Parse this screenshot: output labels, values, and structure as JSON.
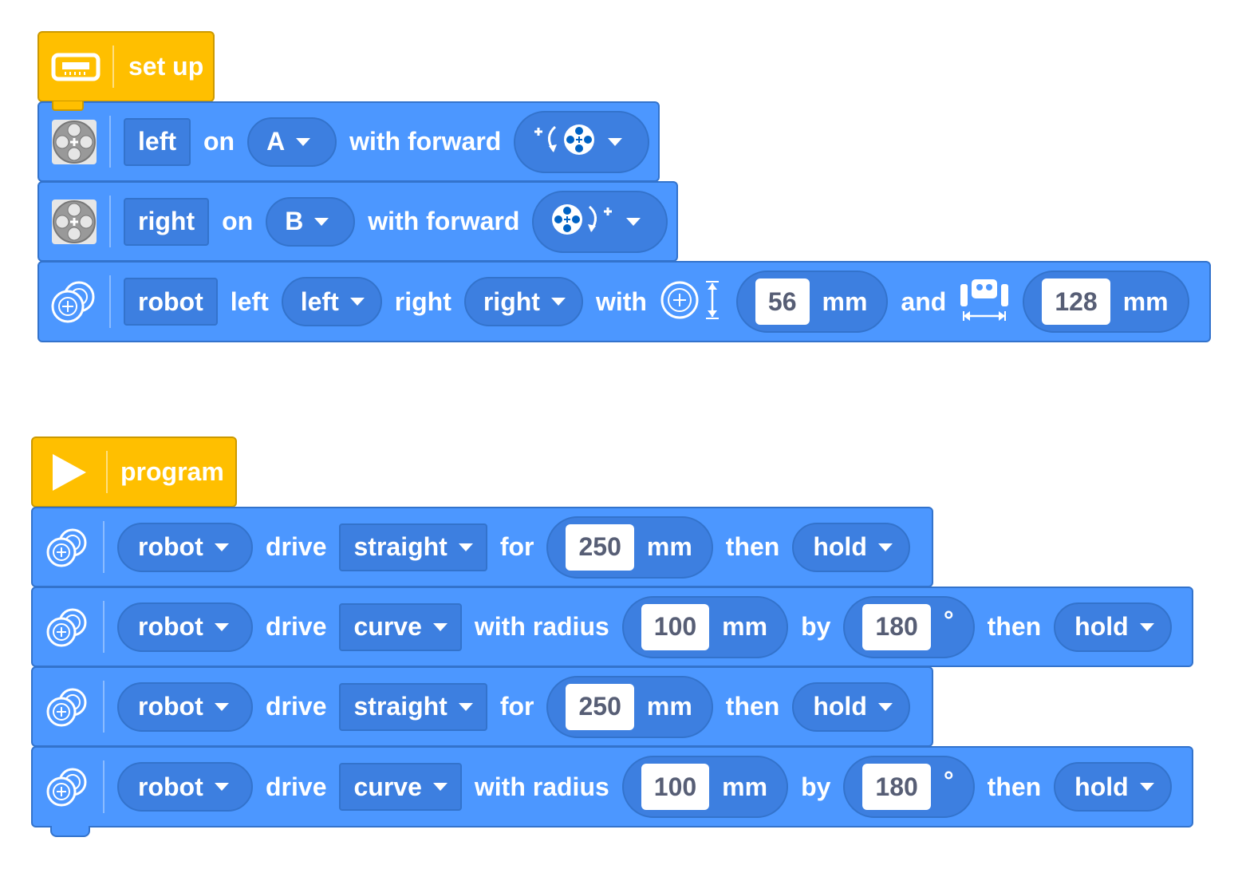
{
  "setup": {
    "hat_label": "set up",
    "motor_left": {
      "name": "left",
      "on": "on",
      "port": "A",
      "with_forward": "with forward"
    },
    "motor_right": {
      "name": "right",
      "on": "on",
      "port": "B",
      "with_forward": "with forward"
    },
    "robot": {
      "name": "robot",
      "left_label": "left",
      "left_value": "left",
      "right_label": "right",
      "right_value": "right",
      "with": "with",
      "wheel_diameter": "56",
      "unit1": "mm",
      "and": "and",
      "axle_track": "128",
      "unit2": "mm"
    }
  },
  "program": {
    "hat_label": "program",
    "blocks": [
      {
        "robot": "robot",
        "drive": "drive",
        "mode": "straight",
        "for": "for",
        "distance": "250",
        "unit": "mm",
        "then": "then",
        "stop": "hold"
      },
      {
        "robot": "robot",
        "drive": "drive",
        "mode": "curve",
        "with_radius": "with radius",
        "radius": "100",
        "unit": "mm",
        "by": "by",
        "angle": "180",
        "deg": "°",
        "then": "then",
        "stop": "hold"
      },
      {
        "robot": "robot",
        "drive": "drive",
        "mode": "straight",
        "for": "for",
        "distance": "250",
        "unit": "mm",
        "then": "then",
        "stop": "hold"
      },
      {
        "robot": "robot",
        "drive": "drive",
        "mode": "curve",
        "with_radius": "with radius",
        "radius": "100",
        "unit": "mm",
        "by": "by",
        "angle": "180",
        "deg": "°",
        "then": "then",
        "stop": "hold"
      }
    ]
  },
  "icons": {
    "setup": "hub-icon",
    "motor": "motor-icon",
    "drivebase": "drivebase-icon",
    "play": "play-icon",
    "direction_ccw": "counterclockwise-direction-icon",
    "direction_cw": "clockwise-direction-icon",
    "wheel_diameter": "wheel-diameter-icon",
    "axle_track": "axle-track-icon"
  },
  "colors": {
    "block_blue": "#4c97ff",
    "block_border": "#3373cc",
    "hat_gold": "#ffbf00",
    "number_text": "#575e75"
  }
}
